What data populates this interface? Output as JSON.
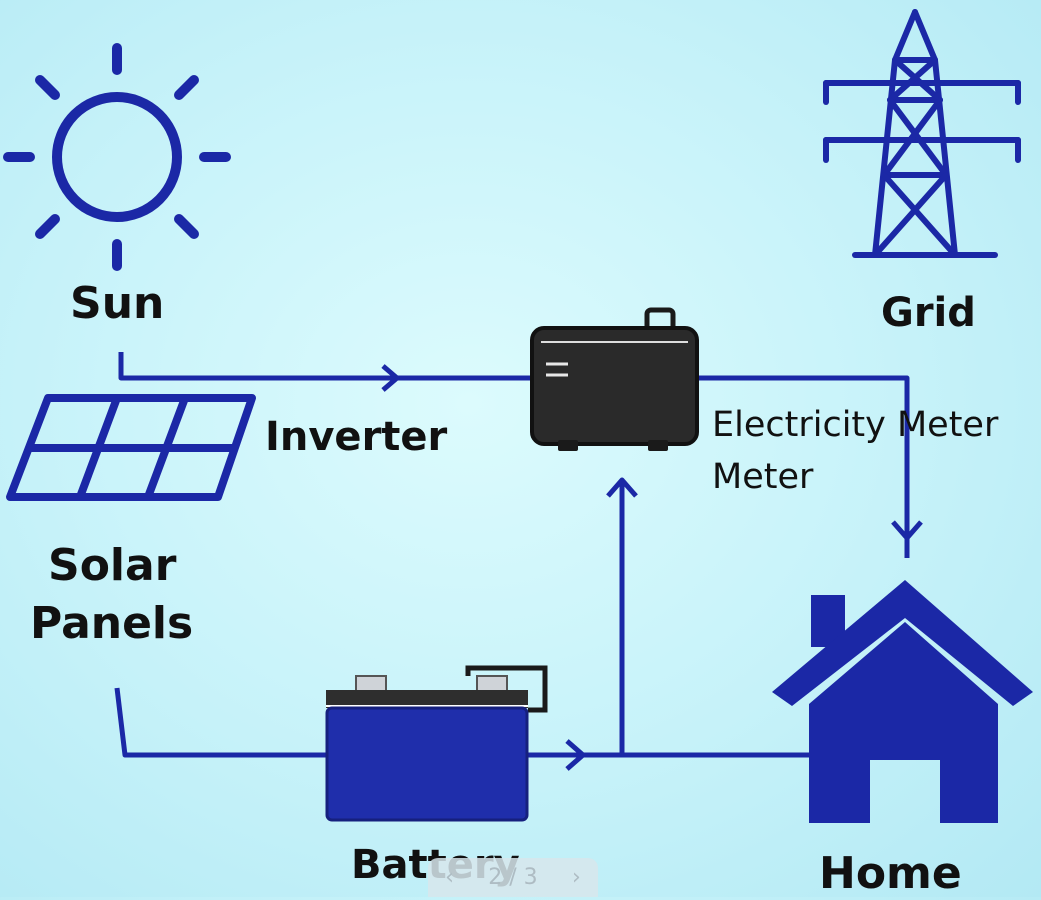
{
  "labels": {
    "sun": "Sun",
    "solar_panels_line1": "Solar",
    "solar_panels_line2": "Panels",
    "inverter": "Inverter",
    "meter_line1": "Electricity Meter",
    "meter_line2": "Meter",
    "grid": "Grid",
    "battery": "Battery",
    "home": "Home"
  },
  "pager": {
    "prev": "‹",
    "text": "2 / 3",
    "next": "›"
  },
  "colors": {
    "accent": "#1b28a6",
    "device_dark": "#2a2a2a",
    "background": "#c6f2f9"
  }
}
